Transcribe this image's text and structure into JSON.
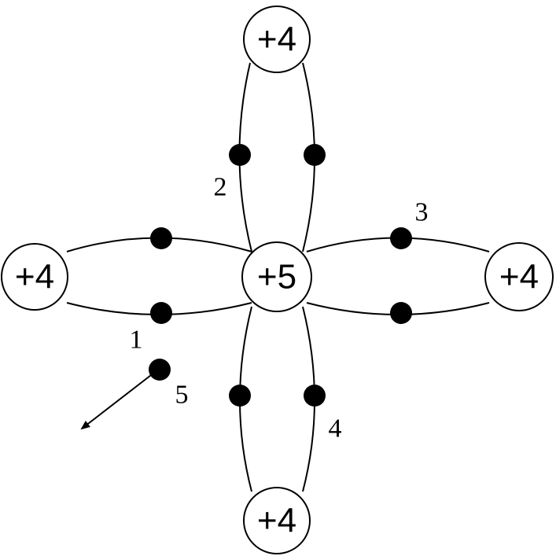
{
  "atoms": {
    "center": "+5",
    "top": "+4",
    "left": "+4",
    "right": "+4",
    "bottom": "+4"
  },
  "electron_labels": {
    "e1": "1",
    "e2": "2",
    "e3": "3",
    "e4": "4",
    "e5": "5"
  }
}
